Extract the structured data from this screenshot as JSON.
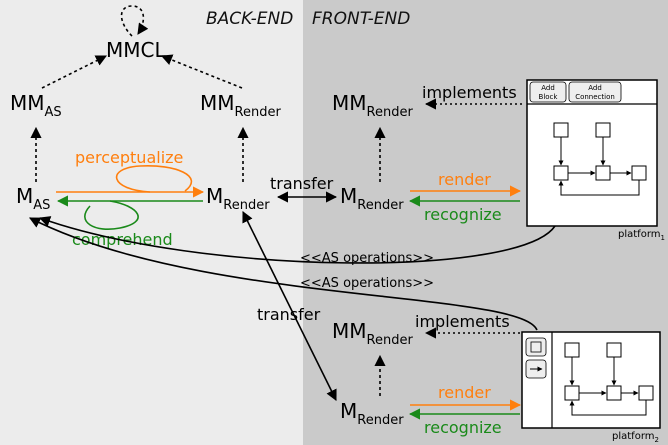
{
  "sections": {
    "back_end": "BACK-END",
    "front_end": "FRONT-END"
  },
  "nodes": {
    "mmcl": "MMCL",
    "mm_as": {
      "base": "MM",
      "sub": "AS"
    },
    "mm_render_back": {
      "base": "MM",
      "sub": "Render"
    },
    "m_as": {
      "base": "M",
      "sub": "AS"
    },
    "m_render_back": {
      "base": "M",
      "sub": "Render"
    },
    "mm_render_front1": {
      "base": "MM",
      "sub": "Render"
    },
    "m_render_front1": {
      "base": "M",
      "sub": "Render"
    },
    "mm_render_front2": {
      "base": "MM",
      "sub": "Render"
    },
    "m_render_front2": {
      "base": "M",
      "sub": "Render"
    }
  },
  "edges": {
    "perceptualize": "perceptualize",
    "comprehend": "comprehend",
    "transfer_1": "transfer",
    "transfer_2": "transfer",
    "render_1": "render",
    "recognize_1": "recognize",
    "render_2": "render",
    "recognize_2": "recognize",
    "implements_1": "implements",
    "implements_2": "implements",
    "as_operations_1": "<<AS operations>>",
    "as_operations_2": "<<AS operations>>"
  },
  "platform1": {
    "label": "platform",
    "label_sub": "1",
    "buttons": [
      {
        "line1": "Add",
        "line2": "Block"
      },
      {
        "line1": "Add",
        "line2": "Connection"
      }
    ]
  },
  "platform2": {
    "label": "platform",
    "label_sub": "2"
  },
  "colors": {
    "back_end_bg": "#ececec",
    "front_end_bg": "#cacaca",
    "perceptualize": "#ff7f0e",
    "comprehend": "#1a8a1a",
    "render": "#ff7f0e",
    "recognize": "#1a8a1a"
  }
}
